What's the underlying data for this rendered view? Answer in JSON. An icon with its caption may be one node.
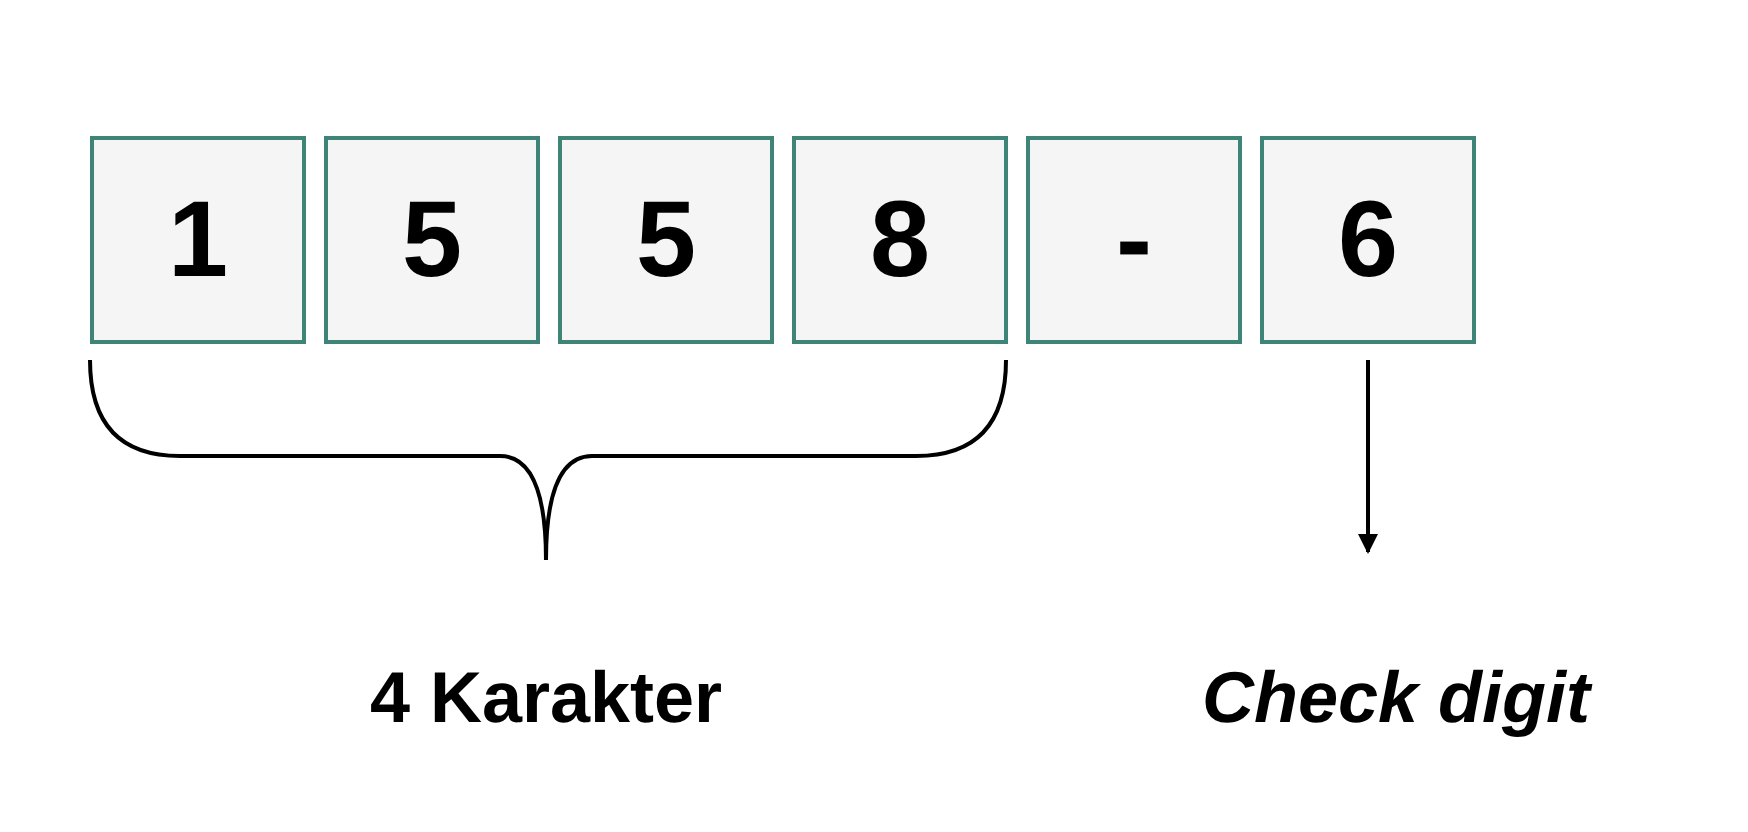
{
  "diagram": {
    "nodes": [
      {
        "text": [
          "1"
        ]
      },
      {
        "text": [
          "5"
        ]
      },
      {
        "text": [
          "5"
        ]
      },
      {
        "text": [
          "8"
        ]
      },
      {
        "text": [
          "-"
        ]
      },
      {
        "text": [
          "6"
        ]
      },
      {
        "text": [
          "Check digit"
        ]
      }
    ],
    "edges": [
      {
        "from": 5,
        "to": 6,
        "arrow": "to"
      }
    ],
    "labels": [
      "4 Karakter"
    ]
  }
}
